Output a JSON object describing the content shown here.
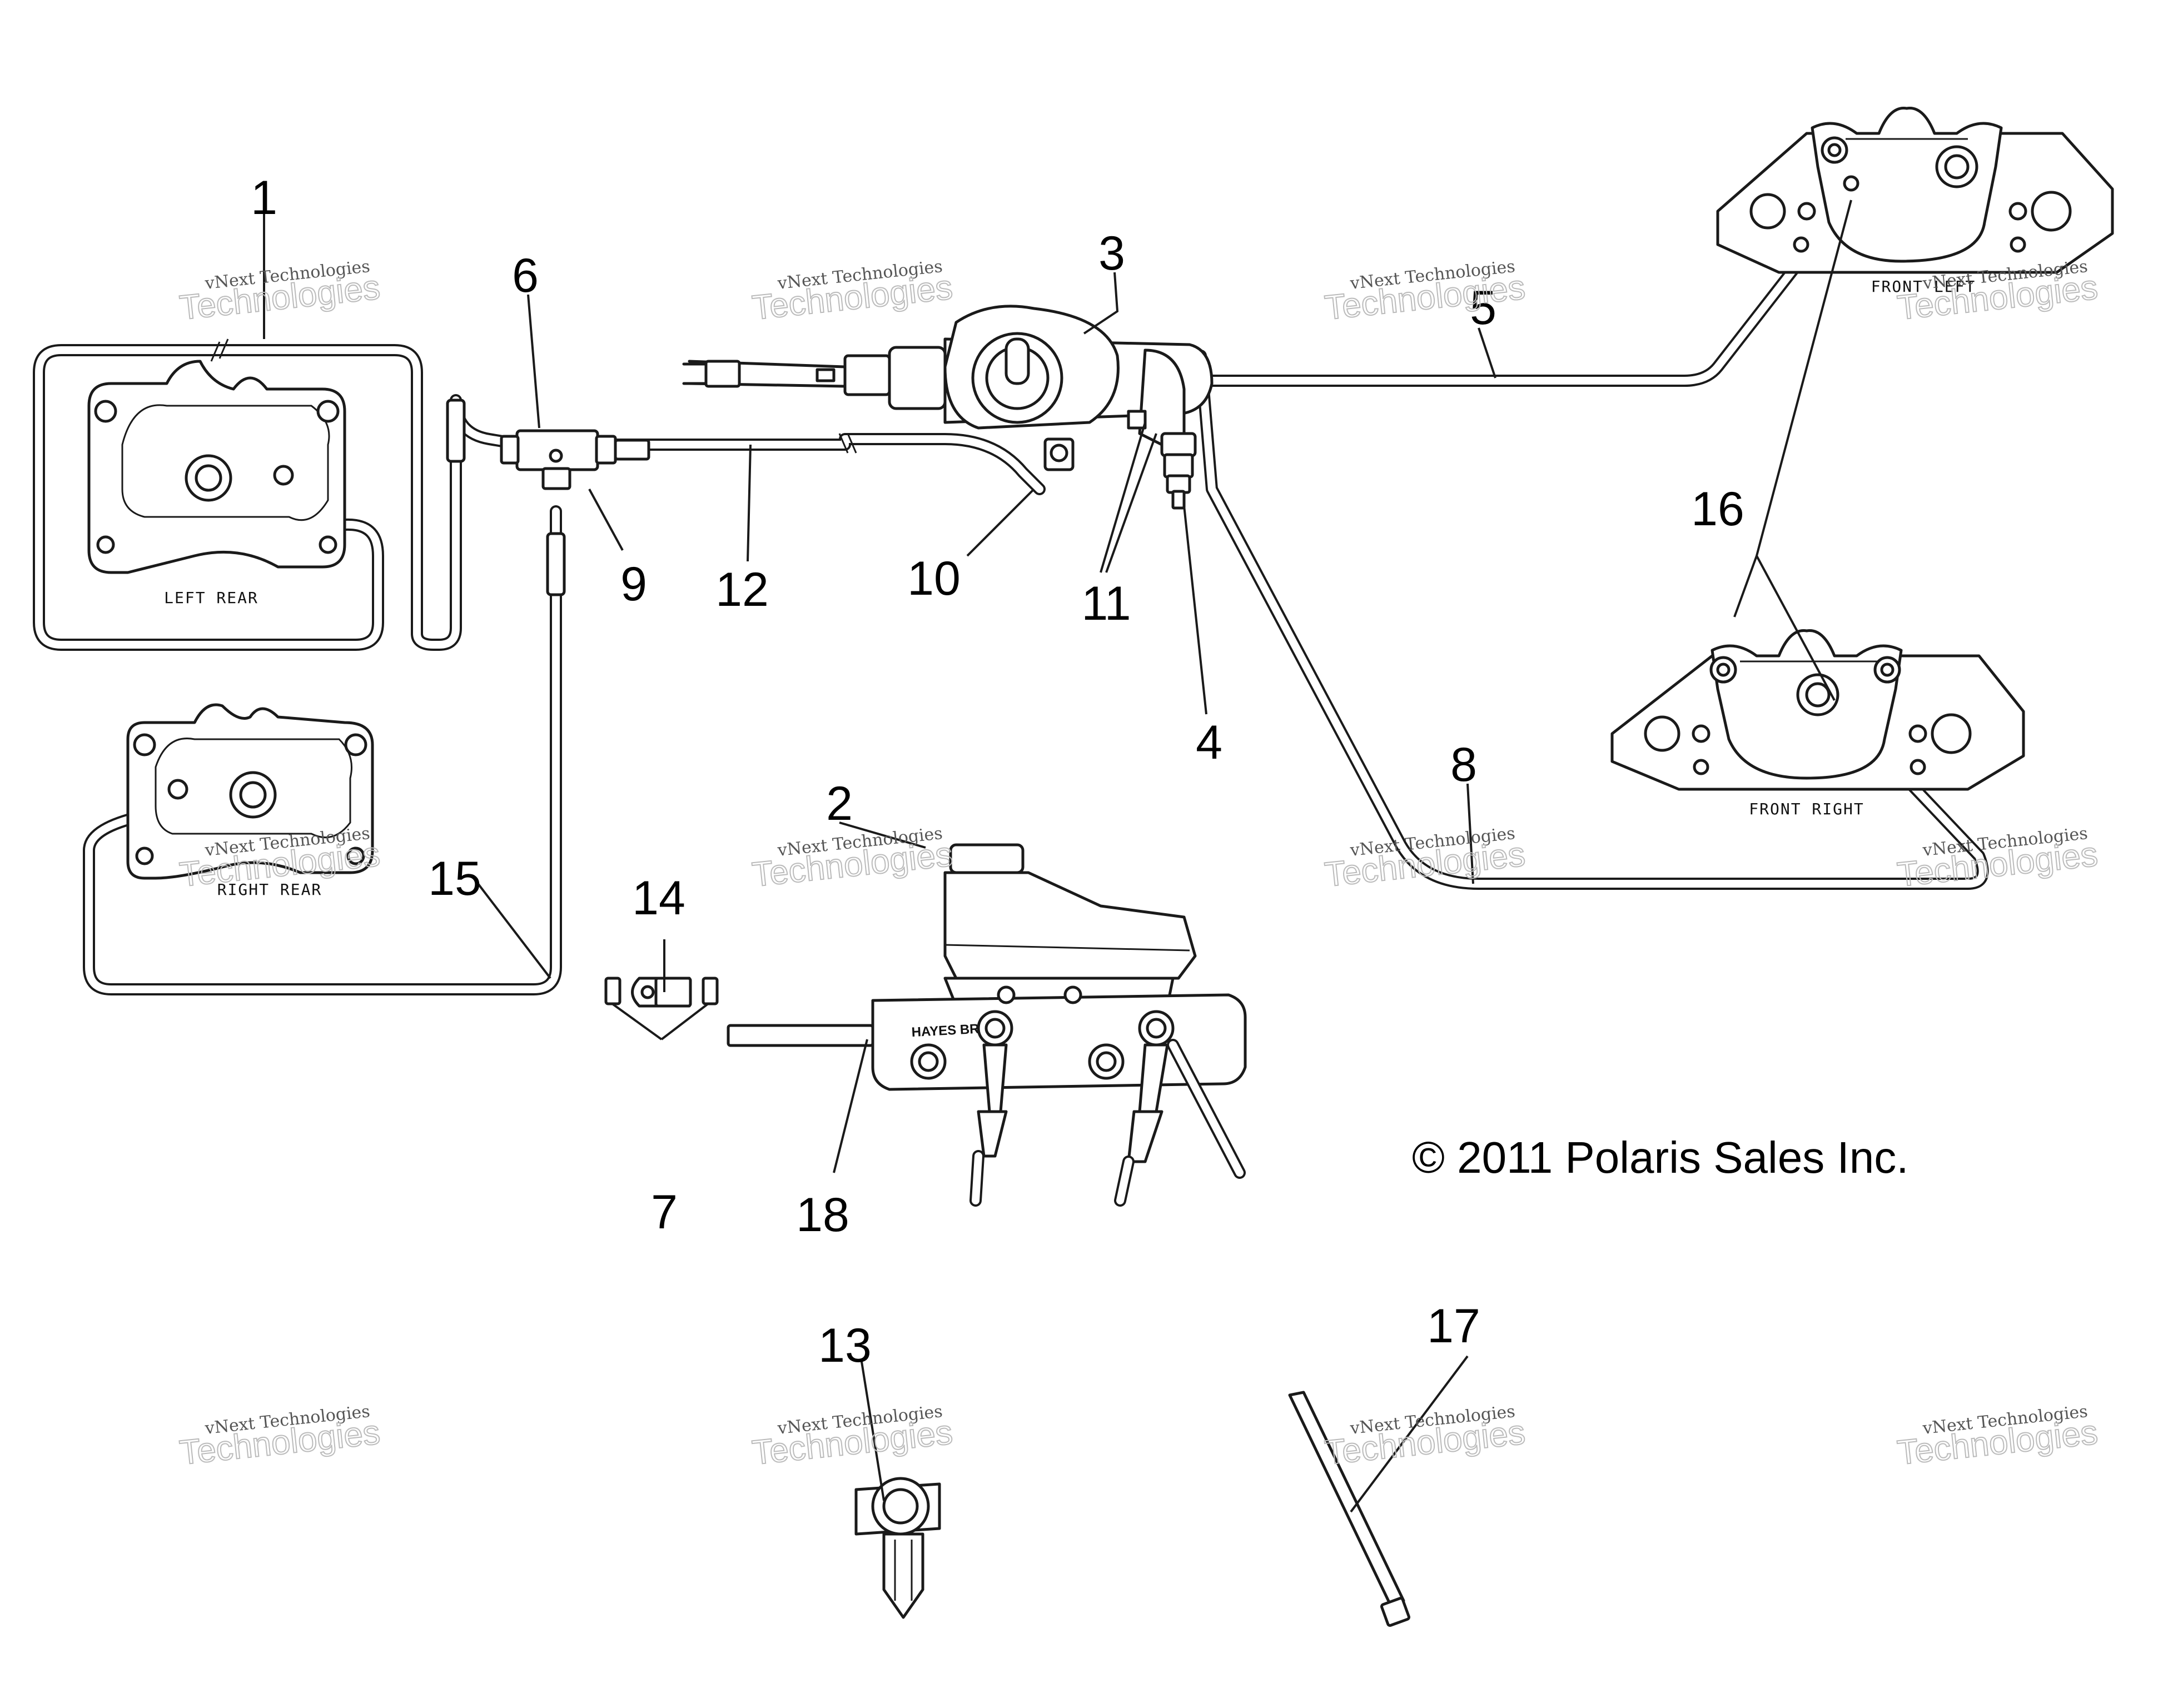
{
  "callouts": [
    "1",
    "2",
    "3",
    "4",
    "5",
    "6",
    "7",
    "8",
    "9",
    "10",
    "11",
    "12",
    "13",
    "14",
    "15",
    "16",
    "17",
    "18"
  ],
  "caliper_labels": {
    "left_rear": "LEFT REAR",
    "right_rear": "RIGHT REAR",
    "front_left": "FRONT LEFT",
    "front_right": "FRONT RIGHT"
  },
  "master_cylinder_stamp": "HAYES BRAKE",
  "copyright": "© 2011 Polaris Sales Inc.",
  "watermark": {
    "line1": "vNext Technologies",
    "line2": "Technologies"
  }
}
